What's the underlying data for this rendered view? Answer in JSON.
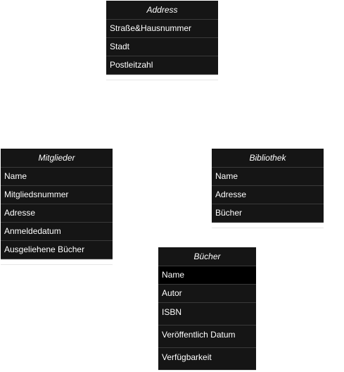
{
  "entities": {
    "address": {
      "title": "Address",
      "fields": [
        "Straße&Hausnummer",
        "Stadt",
        "Postleitzahl"
      ]
    },
    "mitglieder": {
      "title": "Mitglieder",
      "fields": [
        "Name",
        "Mitgliedsnummer",
        "Adresse",
        "Anmeldedatum",
        "Ausgeliehene Bücher"
      ]
    },
    "bibliothek": {
      "title": "Bibliothek",
      "fields": [
        "Name",
        "Adresse",
        "Bücher"
      ]
    },
    "buecher": {
      "title": "Bücher",
      "fields": [
        "Name",
        "Autor",
        "ISBN",
        "Veröffentlich Datum",
        "Verfügbarkeit"
      ]
    }
  }
}
